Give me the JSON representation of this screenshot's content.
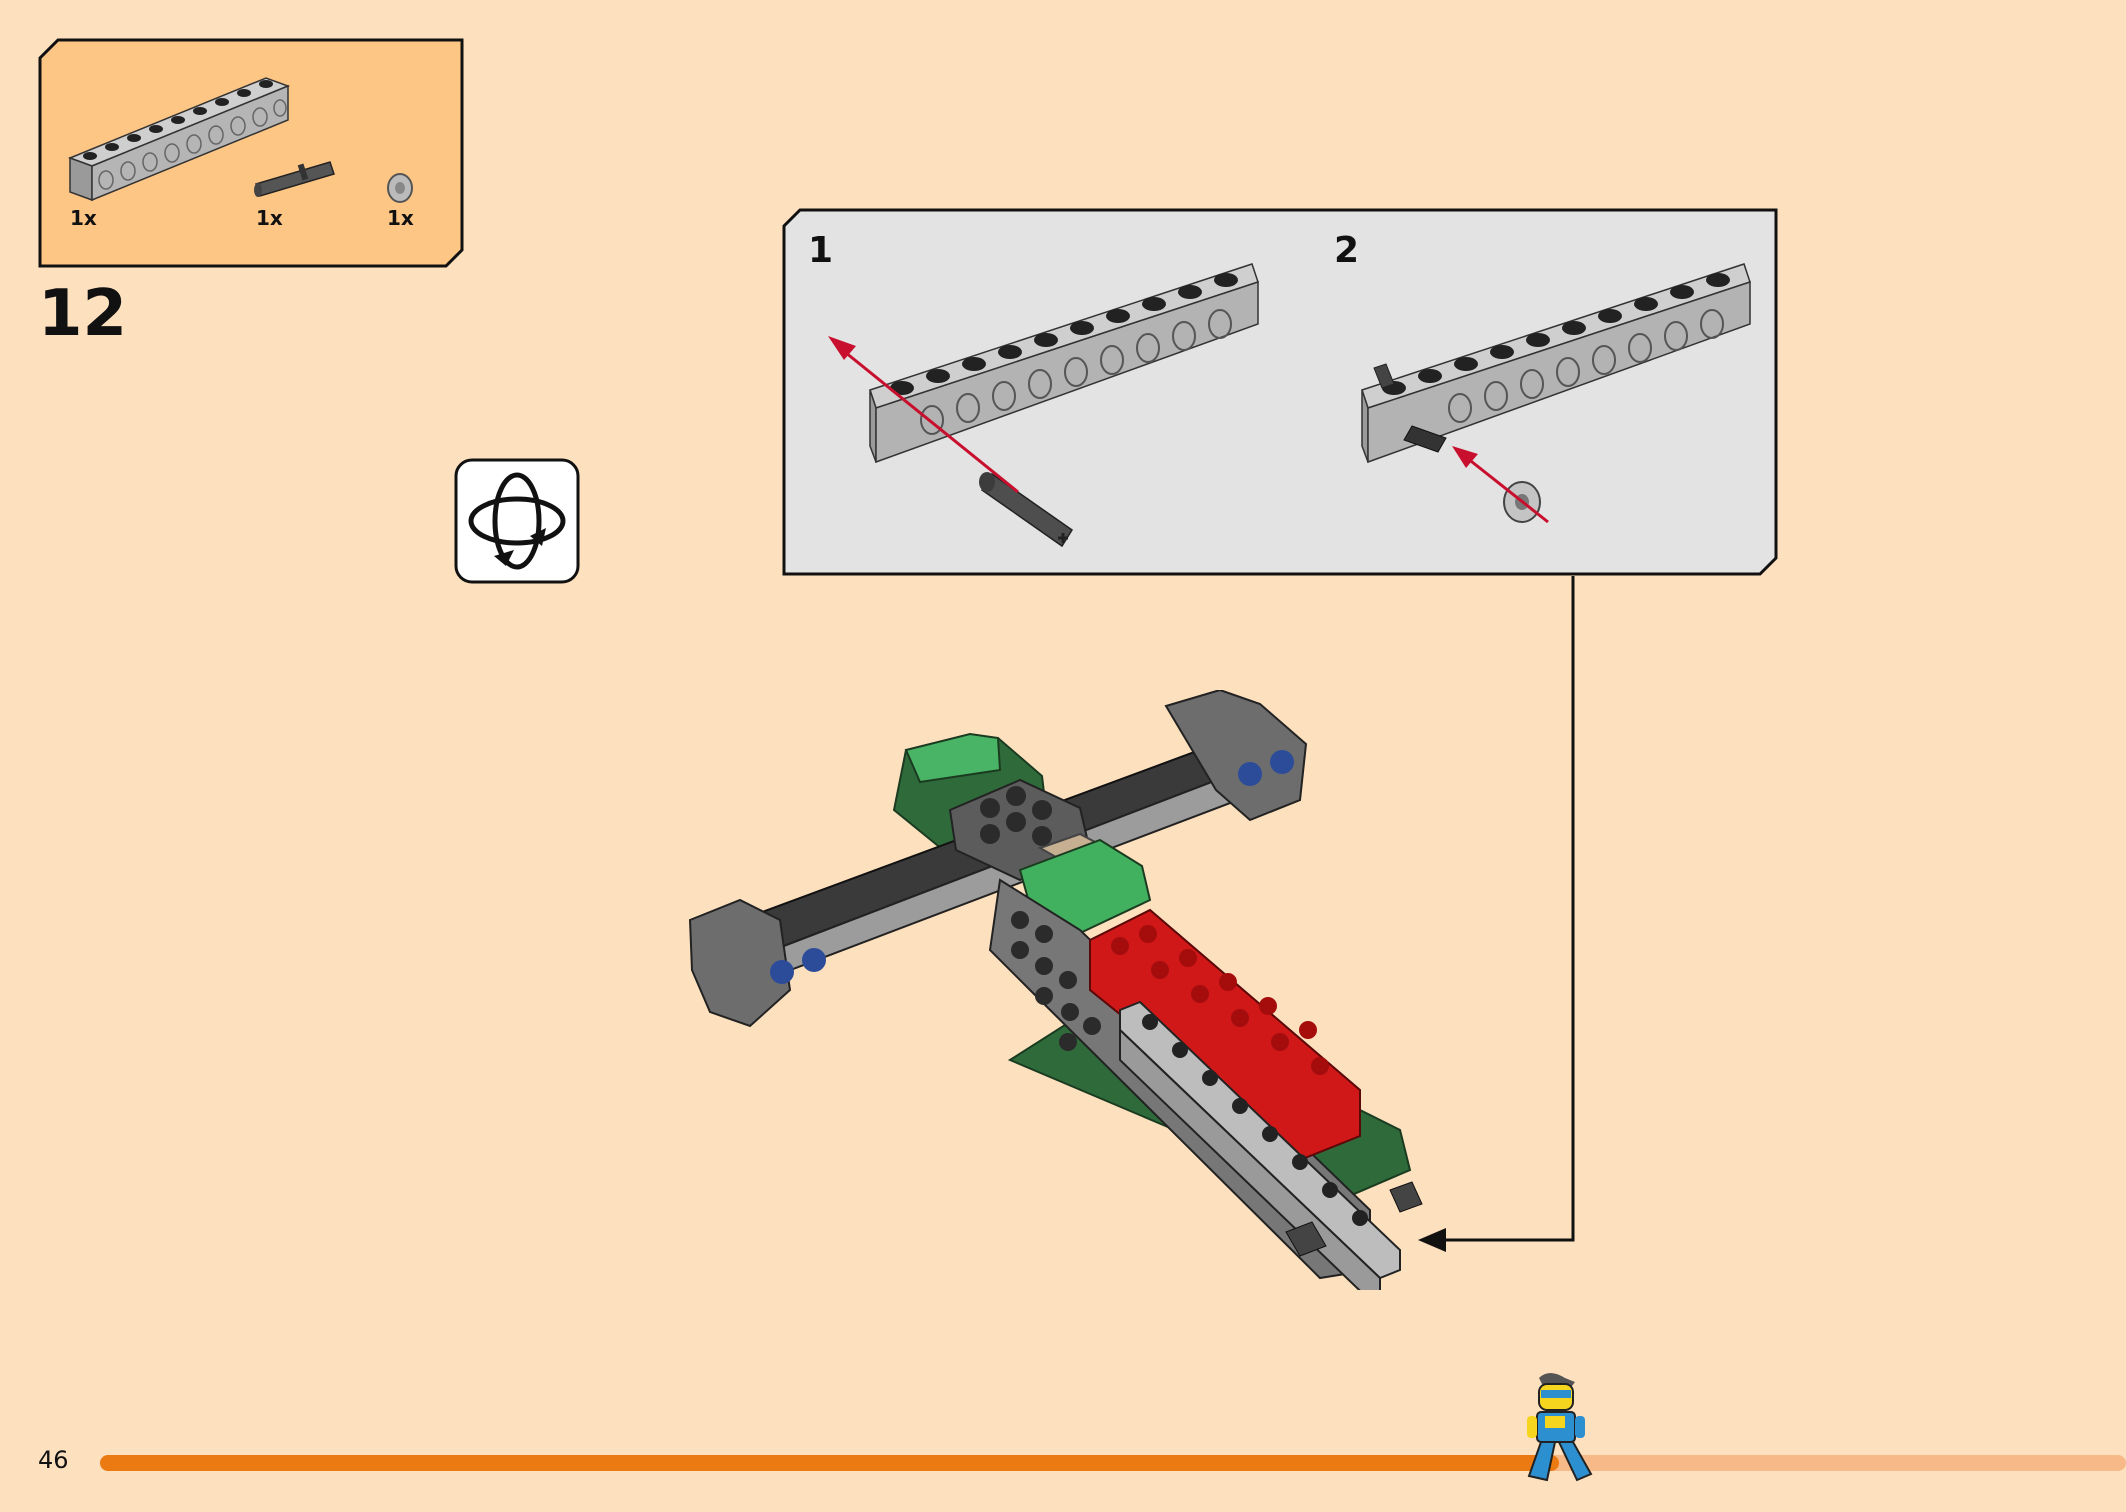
{
  "page": {
    "number": "46"
  },
  "step": {
    "number": "12"
  },
  "parts_list": [
    {
      "name": "technic-beam-9",
      "qty": "1x"
    },
    {
      "name": "technic-pin",
      "qty": "1x"
    },
    {
      "name": "bush",
      "qty": "1x"
    }
  ],
  "sub_steps": [
    {
      "number": "1"
    },
    {
      "number": "2"
    }
  ],
  "icons": {
    "rotate": "rotate-model-icon"
  },
  "progress": {
    "fraction": 0.72
  },
  "colors": {
    "page_bg": "#fde1bf",
    "parts_box_bg": "#fec685",
    "sub_panel_bg": "#e3e3e3",
    "progress_fill": "#ec7a12",
    "progress_track": "#f6b987",
    "arrow_red": "#c8102e"
  }
}
